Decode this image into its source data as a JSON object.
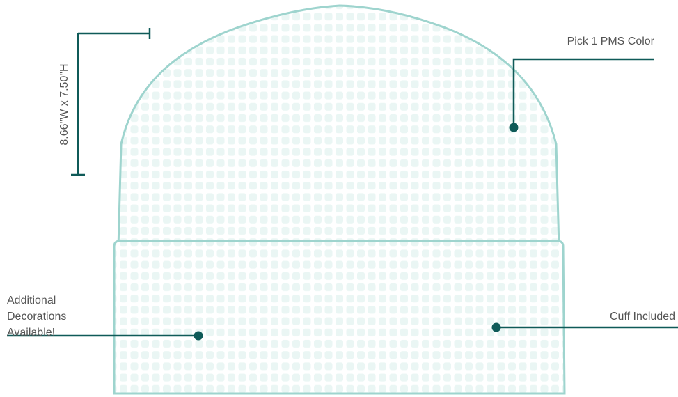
{
  "colors": {
    "outline": "#9ed4ce",
    "knit_fill": "#eaf6f4",
    "knit_bg": "#ffffff",
    "leader": "#0f5a58",
    "text": "#555555"
  },
  "labels": {
    "dimension": "8.66\"W x 7.50\"H",
    "pms_color": "Pick 1 PMS Color",
    "cuff": "Cuff Included",
    "additional": [
      "Additional",
      "Decorations",
      "Available!"
    ]
  },
  "icons": {
    "knit_texture": "knit-pattern"
  }
}
